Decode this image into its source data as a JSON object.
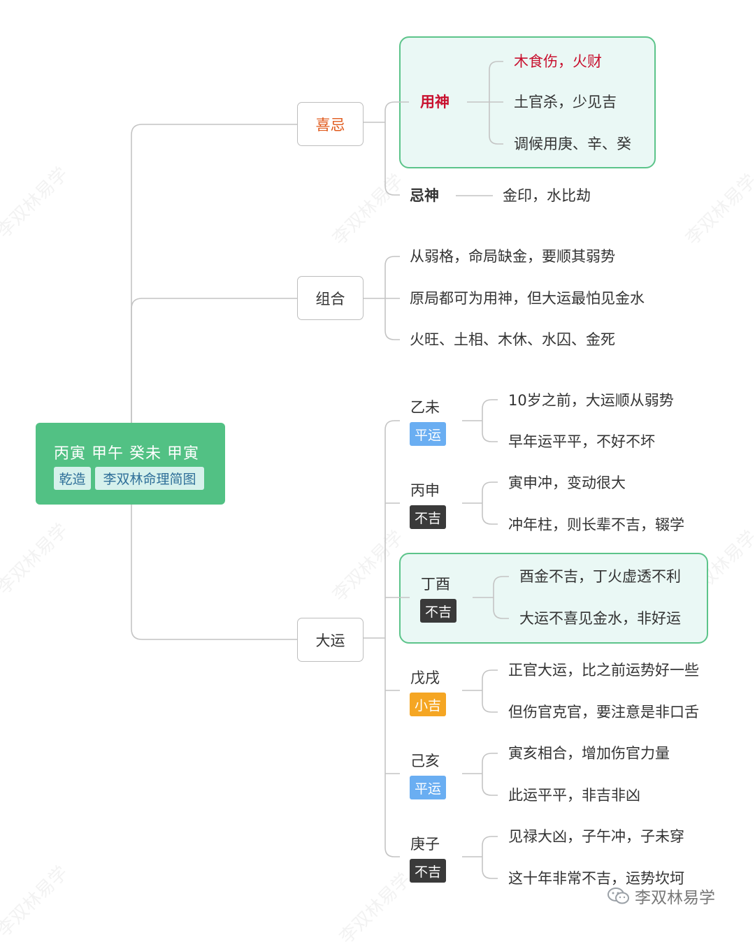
{
  "root": {
    "title": "丙寅 甲午 癸未 甲寅",
    "tag1": "乾造",
    "tag2": "李双林命理简图"
  },
  "xiji": {
    "label": "喜忌",
    "yongshen": {
      "label": "用神",
      "items": [
        "木食伤，火财",
        "土官杀，少见吉",
        "调候用庚、辛、癸"
      ]
    },
    "jishen": {
      "label": "忌神",
      "item": "金印，水比劫"
    }
  },
  "zuhe": {
    "label": "组合",
    "items": [
      "从弱格，命局缺金，要顺其弱势",
      "原局都可为用神，但大运最怕见金水",
      "火旺、土相、木休、水囚、金死"
    ]
  },
  "dayun": {
    "label": "大运",
    "periods": [
      {
        "name": "乙未",
        "badge": "平运",
        "notes": [
          "10岁之前，大运顺从弱势",
          "早年运平平，不好不坏"
        ]
      },
      {
        "name": "丙申",
        "badge": "不吉",
        "notes": [
          "寅申冲，变动很大",
          "冲年柱，则长辈不吉，辍学"
        ]
      },
      {
        "name": "丁酉",
        "badge": "不吉",
        "notes": [
          "酉金不吉，丁火虚透不利",
          "大运不喜见金水，非好运"
        ]
      },
      {
        "name": "戊戌",
        "badge": "小吉",
        "notes": [
          "正官大运，比之前运势好一些",
          "但伤官克官，要注意是非口舌"
        ]
      },
      {
        "name": "己亥",
        "badge": "平运",
        "notes": [
          "寅亥相合，增加伤官力量",
          "此运平平，非吉非凶"
        ]
      },
      {
        "name": "庚子",
        "badge": "不吉",
        "notes": [
          "见禄大凶，子午冲，子未穿",
          "这十年非常不吉，运势坎坷"
        ]
      }
    ]
  },
  "colors": {
    "root": "#52c184",
    "highlight_border": "#5cc48a",
    "highlight_fill": "#eaf8f5",
    "badge_ping": "#6aaef2",
    "badge_buji": "#3a3a3a",
    "badge_xiaoji": "#f5a623",
    "red_text": "#c8102e",
    "orange_text": "#e05a1c"
  },
  "watermark": {
    "text": "李双林易学",
    "icon": "wechat-icon"
  }
}
